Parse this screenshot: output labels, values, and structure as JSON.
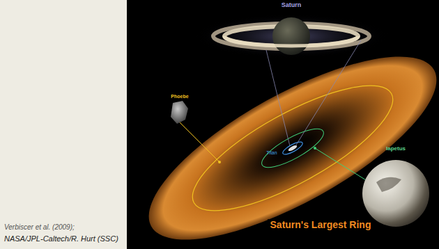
{
  "diagram": {
    "labels": [
      "Saturn",
      "Phoebe",
      "Titan",
      "Iapetus",
      "Saturn's Largest Ring",
      "Verbiscer et al. (2009);",
      "NASA/JPL-Caltech/R. Hurt (SSC)"
    ]
  }
}
